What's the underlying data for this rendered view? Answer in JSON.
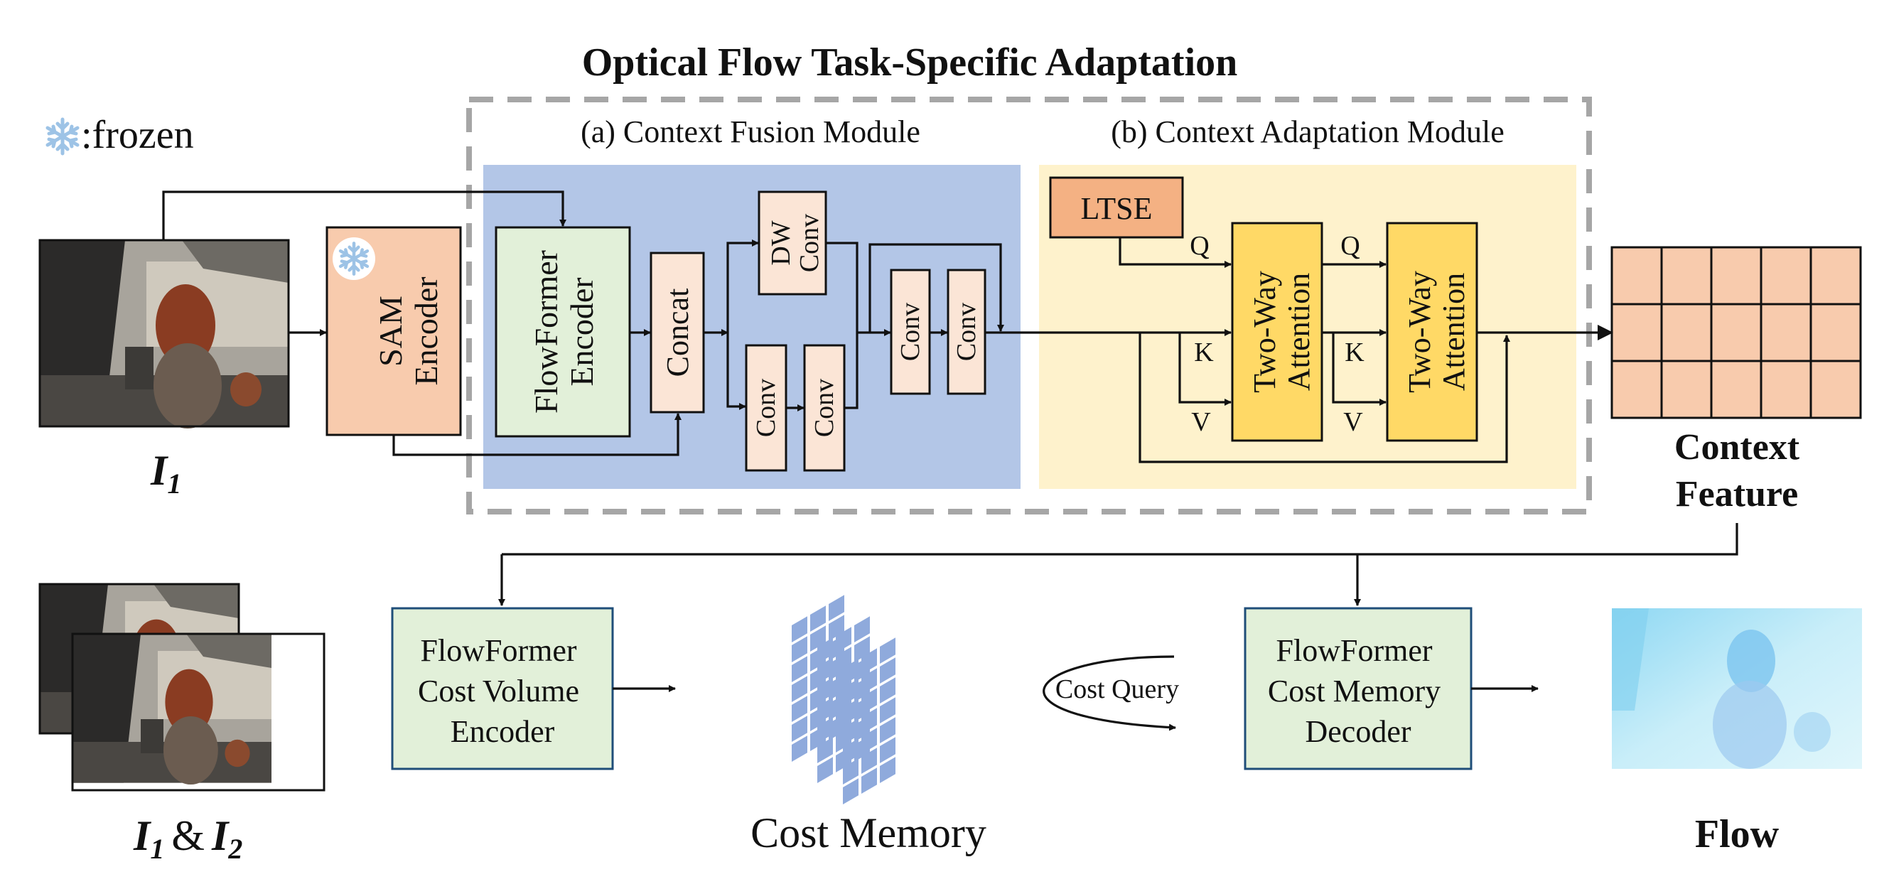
{
  "title": "Optical Flow Task-Specific Adaptation",
  "legend": {
    "icon": "snowflake-icon",
    "label": ":frozen"
  },
  "inputs": {
    "single_label": {
      "main": "I",
      "sub": "1"
    },
    "pair_label": {
      "a": "I",
      "a_sub": "1",
      "amp": "&",
      "b": "I",
      "b_sub": "2"
    }
  },
  "sam": {
    "line1": "SAM",
    "line2": "Encoder"
  },
  "context_fusion": {
    "title": "(a) Context Fusion Module",
    "flowformer_encoder": {
      "line1": "FlowFormer",
      "line2": "Encoder"
    },
    "concat": "Concat",
    "dw_conv": {
      "line1": "DW",
      "line2": "Conv"
    },
    "conv": "Conv"
  },
  "context_adaptation": {
    "title": "(b) Context Adaptation Module",
    "ltse": "LTSE",
    "attention": {
      "line1": "Two-Way",
      "line2": "Attention"
    },
    "q": "Q",
    "k": "K",
    "v": "V"
  },
  "context_feature": {
    "line1": "Context",
    "line2": "Feature"
  },
  "bottom": {
    "cost_volume_encoder": {
      "line1": "FlowFormer",
      "line2": "Cost Volume",
      "line3": "Encoder"
    },
    "cost_memory": "Cost Memory",
    "cost_query": "Cost Query",
    "cost_memory_decoder": {
      "line1": "FlowFormer",
      "line2": "Cost Memory",
      "line3": "Decoder"
    },
    "flow": "Flow"
  },
  "colors": {
    "fusion_bg": "#b3c6e7",
    "adaptation_bg": "#fef2cc",
    "orange_box": "#f8cbad",
    "ltse": "#f4b183",
    "green_box": "#e2f0d9",
    "attention": "#ffd966",
    "cost_memory_cells": "#8faadc",
    "snowflake": "#9dc3e6",
    "dashed_border": "#a6a6a6"
  }
}
